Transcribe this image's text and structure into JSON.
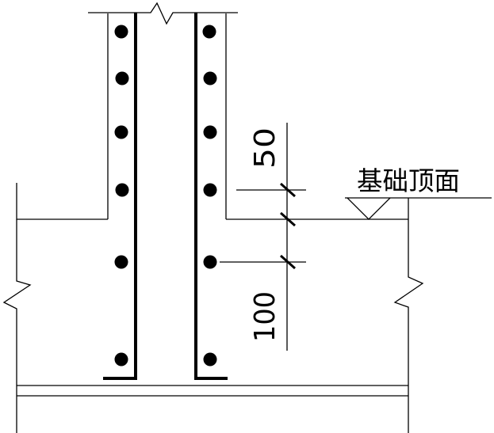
{
  "drawing": {
    "label_foundation_top": "基础顶面",
    "dim_upper": "50",
    "dim_lower": "100",
    "colors": {
      "line": "#000000",
      "background": "#ffffff"
    }
  }
}
